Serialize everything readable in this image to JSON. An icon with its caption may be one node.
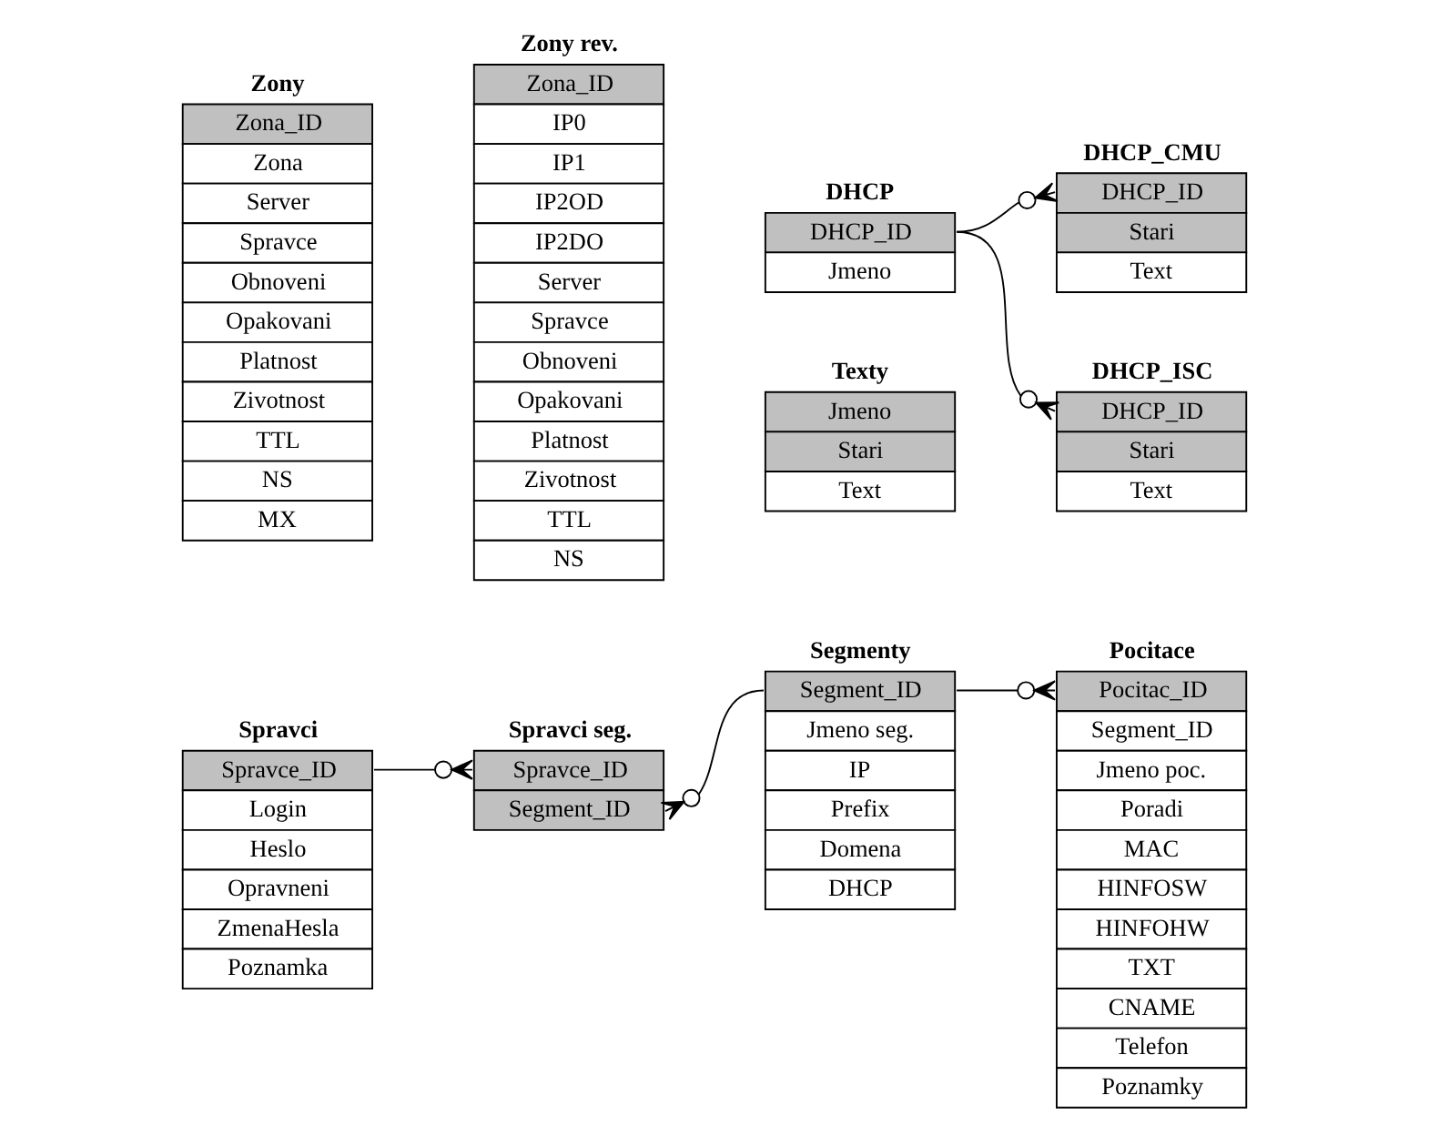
{
  "diagram": {
    "nodes": [
      {
        "text": [
          "Spravci",
          "Spravce_ID",
          "Login",
          "Heslo",
          "Opravneni",
          "ZmenaHesla",
          "Poznamka"
        ]
      },
      {
        "text": [
          "Spravci seg.",
          "Spravce_ID",
          "Segment_ID"
        ]
      },
      {
        "text": [
          "Segmenty",
          "Segment_ID",
          "Jmeno seg.",
          "IP",
          "Prefix",
          "Domena",
          "DHCP"
        ]
      },
      {
        "text": [
          "Pocitace",
          "Pocitac_ID",
          "Segment_ID",
          "Jmeno poc.",
          "Poradi",
          "MAC",
          "HINFOSW",
          "HINFOHW",
          "TXT",
          "CNAME",
          "Telefon",
          "Poznamky"
        ]
      },
      {
        "text": [
          "Zony",
          "Zona_ID",
          "Zona",
          "Server",
          "Spravce",
          "Obnoveni",
          "Opakovani",
          "Platnost",
          "Zivotnost",
          "TTL",
          "NS",
          "MX"
        ]
      },
      {
        "text": [
          "Zony rev.",
          "Zona_ID",
          "IP0",
          "IP1",
          "IP2OD",
          "IP2DO",
          "Server",
          "Spravce",
          "Obnoveni",
          "Opakovani",
          "Platnost",
          "Zivotnost",
          "TTL",
          "NS"
        ]
      },
      {
        "text": [
          "DHCP",
          "DHCP_ID",
          "Jmeno"
        ]
      },
      {
        "text": [
          "DHCP_CMU",
          "DHCP_ID",
          "Stari",
          "Text"
        ]
      },
      {
        "text": [
          "Texty",
          "Jmeno",
          "Stari",
          "Text"
        ]
      },
      {
        "text": [
          "DHCP_ISC",
          "DHCP_ID",
          "Stari",
          "Text"
        ]
      }
    ],
    "edges": [
      {
        "from": 0,
        "to": 1,
        "arrow": "other"
      },
      {
        "from": 2,
        "to": 1,
        "arrow": "other"
      },
      {
        "from": 2,
        "to": 3,
        "arrow": "other"
      },
      {
        "from": 6,
        "to": 7,
        "arrow": "other"
      },
      {
        "from": 6,
        "to": 9,
        "arrow": "other"
      }
    ]
  }
}
